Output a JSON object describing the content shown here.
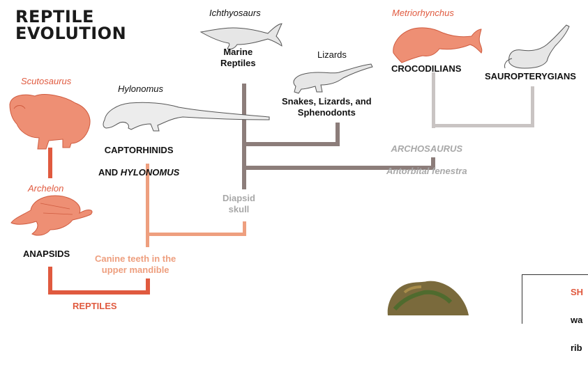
{
  "title": "REPTILE\nEVOLUTION",
  "taxa": {
    "scutosaurus": "Scutosaurus",
    "archelon": "Archelon",
    "hylonomus": "Hylonomus",
    "ichthyosaurs": "Ichthyosaurs",
    "lizards": "Lizards",
    "metriorhynchus": "Metriorhynchus"
  },
  "groups": {
    "anapsids": "ANAPSIDS",
    "captorhinids_1": "CAPTORHINIDS",
    "captorhinids_2": "AND ",
    "captorhinids_3": "HYLONOMUS",
    "marine": "Marine\nReptiles",
    "snakes": "Snakes, Lizards, and\nSphenodonts",
    "crocodilians": "CROCODILIANS",
    "sauropterygians": "SAUROPTERYGIANS",
    "reptiles": "REPTILES"
  },
  "traits": {
    "canine": "Canine teeth in the\nupper mandible",
    "diapsid": "Diapsid\nskull",
    "archosaurus": "ARCHOSAURUS",
    "antorbital": "Antorbital fenestra"
  },
  "note": {
    "line1": "SH",
    "line2": "wa",
    "line3": "rib"
  },
  "colors": {
    "red": "#e05a3f",
    "salmon": "#ee9f7f",
    "taupe": "#8c7d7a",
    "lightgrey": "#c9c4c3",
    "silhouette": "#d9d9d9"
  }
}
